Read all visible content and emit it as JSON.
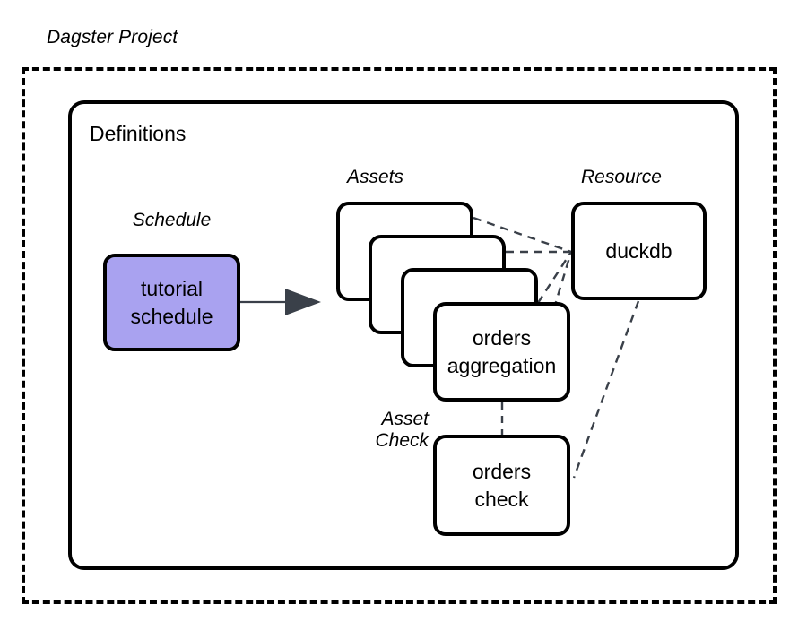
{
  "diagram": {
    "title": "Dagster Project",
    "container": {
      "label": "Definitions"
    },
    "groups": {
      "schedule": "Schedule",
      "assets": "Assets",
      "resource": "Resource",
      "asset_check": "Asset\nCheck"
    },
    "nodes": {
      "schedule": "tutorial\nschedule",
      "asset_stack_1": "",
      "asset_stack_2": "",
      "asset_stack_3": "",
      "asset_named": "orders\naggregation",
      "resource": "duckdb",
      "asset_check": "orders\ncheck"
    },
    "colors": {
      "schedule_fill": "#a9a2f0",
      "stroke": "#000000",
      "arrow": "#3a4049",
      "dashed_edge": "#3a4049",
      "background": "#ffffff"
    },
    "edges": {
      "schedule_to_assets": "solid-arrow",
      "assets_to_resource": "dashed",
      "resource_to_asset_check": "dashed",
      "asset_to_asset_check": "dashed"
    }
  }
}
